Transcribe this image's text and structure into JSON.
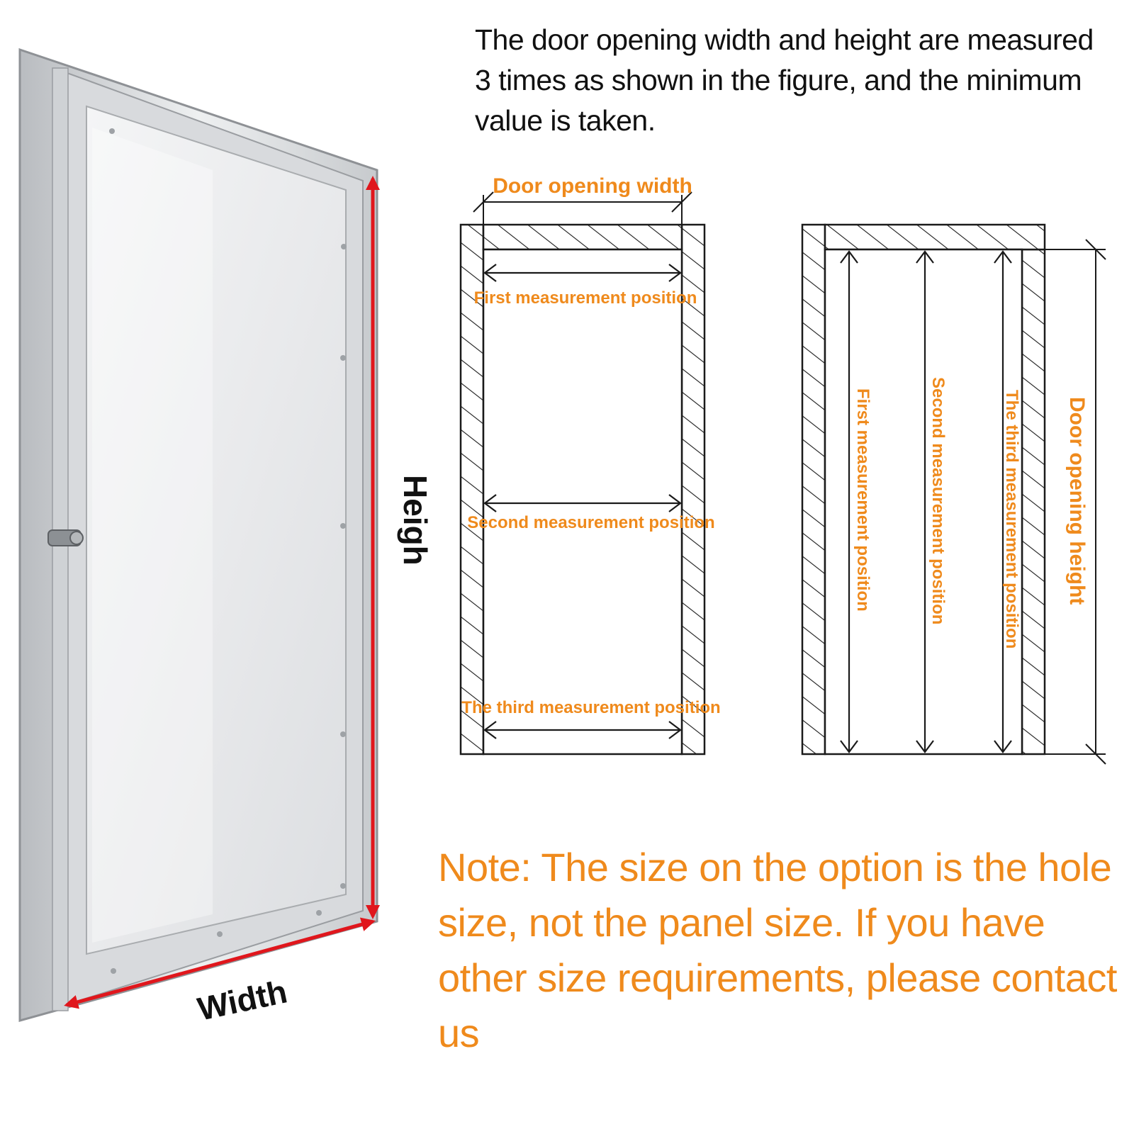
{
  "intro_text": "The door opening width and height are measured 3 times as shown in the figure, and the minimum value is taken.",
  "photo": {
    "height_label": "Heigh",
    "width_label": "Width",
    "marker_color": "#e0161c"
  },
  "width_diagram": {
    "title": "Door opening width",
    "positions": [
      "First measurement position",
      "Second measurement position",
      "The third measurement position"
    ]
  },
  "height_diagram": {
    "title": "Door opening height",
    "positions": [
      "First measurement position",
      "Second measurement position",
      "The third measurement position"
    ]
  },
  "note_text": "Note: The size on the option is the hole size, not the panel size. If you have other size requirements, please contact us",
  "colors": {
    "accent": "#ef8a1c",
    "text": "#111111",
    "line": "#1a1a1a"
  }
}
